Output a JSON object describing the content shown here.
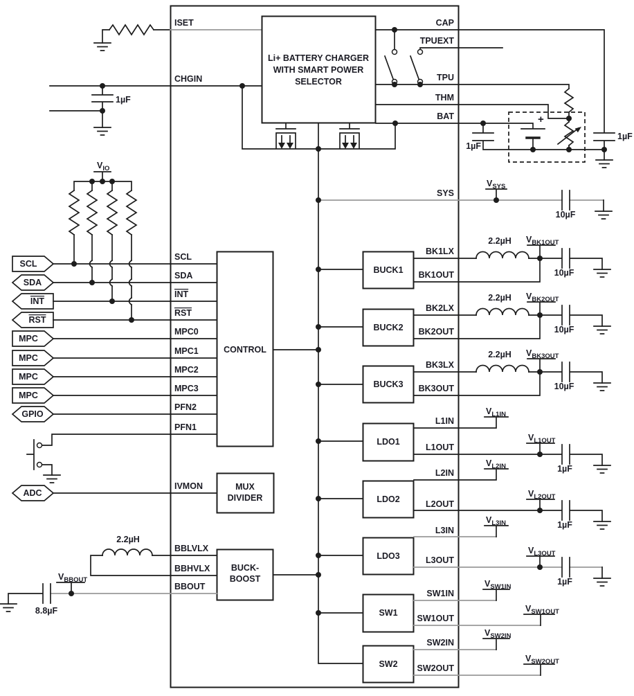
{
  "colors": {
    "wire": "#1d1d1d",
    "wire_secondary": "#9a9a9a",
    "text": "#1b1b24",
    "background": "#ffffff"
  },
  "ic": {
    "left_pins": [
      "ISET",
      "CHGIN",
      "SCL",
      "SDA",
      "INT",
      "RST",
      "MPC0",
      "MPC1",
      "MPC2",
      "MPC3",
      "PFN2",
      "PFN1",
      "IVMON",
      "BBLVLX",
      "BBHVLX",
      "BBOUT"
    ],
    "right_pins": [
      "CAP",
      "TPUEXT",
      "TPU",
      "THM",
      "BAT",
      "SYS",
      "BK1LX",
      "BK1OUT",
      "BK2LX",
      "BK2OUT",
      "BK3LX",
      "BK3OUT",
      "L1IN",
      "L1OUT",
      "L2IN",
      "L2OUT",
      "L3IN",
      "L3OUT",
      "SW1IN",
      "SW1OUT",
      "SW2IN",
      "SW2OUT"
    ]
  },
  "blocks": {
    "charger": {
      "line1": "Li+ BATTERY CHARGER",
      "line2": "WITH SMART POWER",
      "line3": "SELECTOR"
    },
    "control": "CONTROL",
    "mux_divider": {
      "line1": "MUX",
      "line2": "DIVIDER"
    },
    "buck_boost": {
      "line1": "BUCK-",
      "line2": "BOOST"
    },
    "buck1": "BUCK1",
    "buck2": "BUCK2",
    "buck3": "BUCK3",
    "ldo1": "LDO1",
    "ldo2": "LDO2",
    "ldo3": "LDO3",
    "sw1": "SW1",
    "sw2": "SW2"
  },
  "tags": {
    "scl": "SCL",
    "sda": "SDA",
    "int": "INT",
    "rst": "RST",
    "mpc": "MPC",
    "gpio": "GPIO",
    "adc": "ADC"
  },
  "supplies": {
    "vio": {
      "v": "V",
      "sub": "IO"
    },
    "vsys": {
      "v": "V",
      "sub": "SYS"
    },
    "vbk1out": {
      "v": "V",
      "sub": "BK1OUT"
    },
    "vbk2out": {
      "v": "V",
      "sub": "BK2OUT"
    },
    "vbk3out": {
      "v": "V",
      "sub": "BK3OUT"
    },
    "vl1in": {
      "v": "V",
      "sub": "L1IN"
    },
    "vl1out": {
      "v": "V",
      "sub": "L1OUT"
    },
    "vl2in": {
      "v": "V",
      "sub": "L2IN"
    },
    "vl2out": {
      "v": "V",
      "sub": "L2OUT"
    },
    "vl3in": {
      "v": "V",
      "sub": "L3IN"
    },
    "vl3out": {
      "v": "V",
      "sub": "L3OUT"
    },
    "vsw1in": {
      "v": "V",
      "sub": "SW1IN"
    },
    "vsw1out": {
      "v": "V",
      "sub": "SW1OUT"
    },
    "vsw2in": {
      "v": "V",
      "sub": "SW2IN"
    },
    "vsw2out": {
      "v": "V",
      "sub": "SW2OUT"
    },
    "vbbout": {
      "v": "V",
      "sub": "BBOUT"
    }
  },
  "components": {
    "chgin_cap": "1µF",
    "bat_cap_left": "1µF",
    "bat_cap_right": "1µF",
    "battery_plus": "+",
    "sys_cap": "10µF",
    "buck1": {
      "inductor": "2.2µH",
      "cap": "10µF"
    },
    "buck2": {
      "inductor": "2.2µH",
      "cap": "10µF"
    },
    "buck3": {
      "inductor": "2.2µH",
      "cap": "10µF"
    },
    "ldo1_cap": "1µF",
    "ldo2_cap": "1µF",
    "ldo3_cap": "1µF",
    "buck_boost": {
      "inductor": "2.2µH",
      "cap": "8.8µF"
    }
  }
}
